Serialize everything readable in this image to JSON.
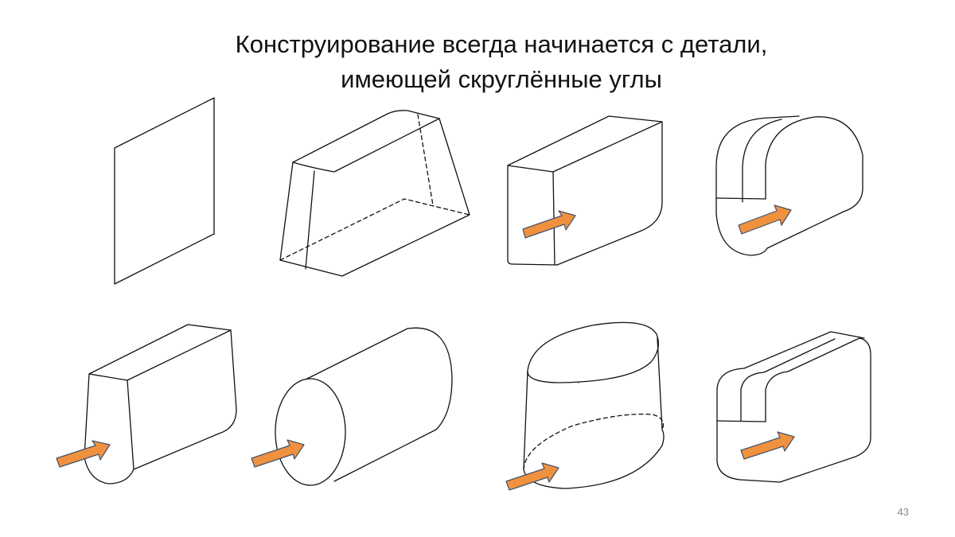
{
  "slide": {
    "title_line_1": "Конструирование всегда начинается с детали,",
    "title_line_2": "имеющей скруглённые углы",
    "page_number": "43"
  },
  "colors": {
    "background": "#ffffff",
    "line": "#111111",
    "arrow_fill": "#f0913f",
    "arrow_outline": "#44546a",
    "page_number": "#8a8a8a"
  },
  "figures": [
    {
      "name": "flat-panel",
      "has_arrow": false
    },
    {
      "name": "tapered-block-with-hidden-edges",
      "has_arrow": false
    },
    {
      "name": "box-with-one-rounded-corner",
      "has_arrow": true
    },
    {
      "name": "block-with-rounded-top-and-bottom",
      "has_arrow": true
    },
    {
      "name": "block-with-rounded-bottom-edge",
      "has_arrow": true
    },
    {
      "name": "cylinder",
      "has_arrow": true
    },
    {
      "name": "elliptical-cylinder",
      "has_arrow": true
    },
    {
      "name": "rounded-box-with-banded-front",
      "has_arrow": true
    }
  ]
}
